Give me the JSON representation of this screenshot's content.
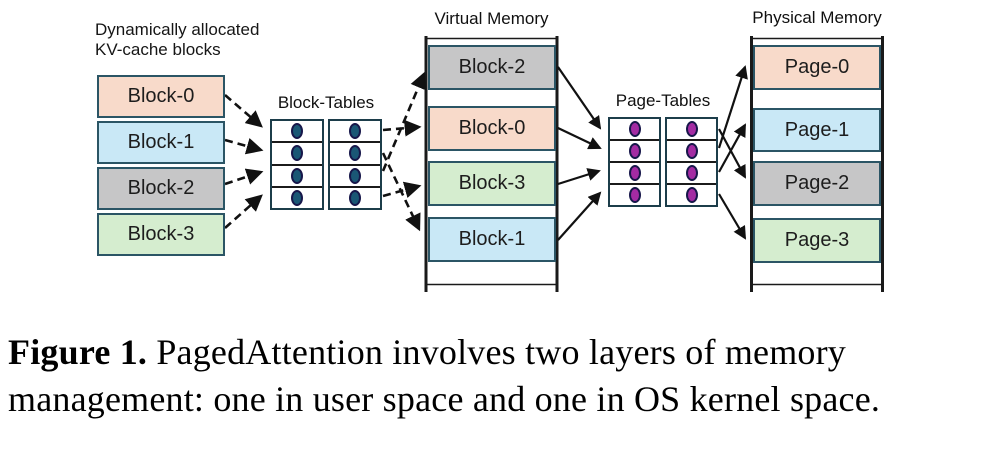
{
  "figure": {
    "kv_caption": {
      "line1": "Dynamically allocated",
      "line2": "KV-cache blocks"
    },
    "labels": {
      "block_tables": "Block-Tables",
      "page_tables": "Page-Tables",
      "virtual_memory": "Virtual Memory",
      "physical_memory": "Physical Memory"
    },
    "kv_blocks": [
      {
        "label": "Block-0",
        "color": "#F8DACA"
      },
      {
        "label": "Block-1",
        "color": "#C9E8F6"
      },
      {
        "label": "Block-2",
        "color": "#C6C6C7"
      },
      {
        "label": "Block-3",
        "color": "#D5EDCF"
      }
    ],
    "virtual_memory_blocks": [
      {
        "label": "Block-2",
        "color": "#C6C6C7"
      },
      {
        "label": "Block-0",
        "color": "#F8DACA"
      },
      {
        "label": "Block-3",
        "color": "#D5EDCF"
      },
      {
        "label": "Block-1",
        "color": "#C9E8F6"
      }
    ],
    "physical_memory_pages": [
      {
        "label": "Page-0",
        "color": "#F8DACA"
      },
      {
        "label": "Page-1",
        "color": "#C9E8F6"
      },
      {
        "label": "Page-2",
        "color": "#C6C6C7"
      },
      {
        "label": "Page-3",
        "color": "#D5EDCF"
      }
    ],
    "colors": {
      "block_border": "#2B5565",
      "table_border": "#1C3D4A",
      "block_table_dot": "#1A5775",
      "page_table_dot": "#A32BA3",
      "dot_outline": "#17174A",
      "arrow": "#111111"
    },
    "arrow_maps": {
      "kv_block_to_block_table_row": [
        1,
        2,
        3,
        4
      ],
      "block_table_row_to_virtual_block": [
        "Block-0",
        "Block-1",
        "Block-2",
        "Block-3"
      ],
      "virtual_block_order_to_page_table_row": [
        1,
        2,
        3,
        4
      ],
      "page_table_row_to_physical_page": [
        "Page-2",
        "Page-0",
        "Page-1",
        "Page-3"
      ]
    }
  },
  "caption": {
    "label": "Figure 1.",
    "line1": "PagedAttention involves two layers of memory",
    "line2": "management: one in user space and one in OS kernel space."
  }
}
